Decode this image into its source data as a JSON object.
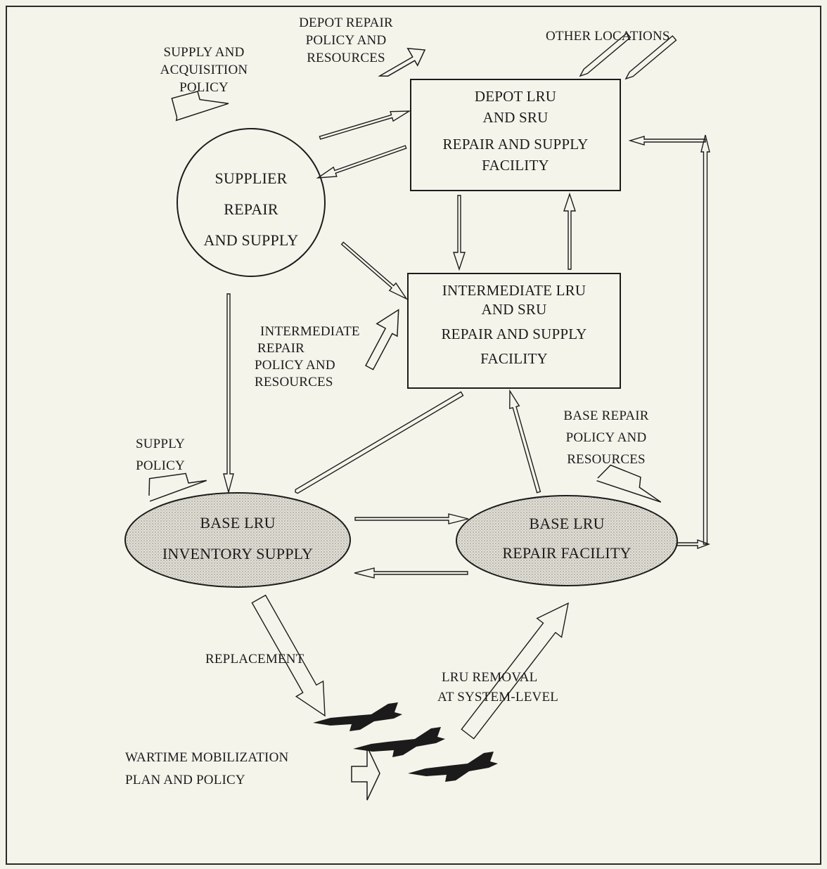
{
  "nodes": {
    "depot": {
      "line1": "DEPOT LRU",
      "line2": "AND SRU",
      "line3": "REPAIR AND SUPPLY",
      "line4": "FACILITY"
    },
    "supplier": {
      "line1": "SUPPLIER",
      "line2": "REPAIR",
      "line3": "AND SUPPLY"
    },
    "intermediate": {
      "line1": "INTERMEDIATE LRU",
      "line2": "AND SRU",
      "line3": "REPAIR AND SUPPLY",
      "line4": "FACILITY"
    },
    "base_inventory": {
      "line1": "BASE LRU",
      "line2": "INVENTORY SUPPLY"
    },
    "base_repair": {
      "line1": "BASE LRU",
      "line2": "REPAIR FACILITY"
    }
  },
  "inputs": {
    "depot_policy": {
      "line1": "DEPOT REPAIR",
      "line2": "POLICY AND",
      "line3": "RESOURCES"
    },
    "other_locations": "OTHER LOCATIONS",
    "supply_acquisition": {
      "line1": "SUPPLY AND",
      "line2": "ACQUISITION",
      "line3": "POLICY"
    },
    "intermediate_policy": {
      "line1": "INTERMEDIATE",
      "line2": "REPAIR",
      "line3": "POLICY AND",
      "line4": "RESOURCES"
    },
    "supply_policy": {
      "line1": "SUPPLY",
      "line2": "POLICY"
    },
    "base_repair_policy": {
      "line1": "BASE REPAIR",
      "line2": "POLICY AND",
      "line3": "RESOURCES"
    },
    "wartime": {
      "line1": "WARTIME MOBILIZATION",
      "line2": "PLAN AND  POLICY"
    }
  },
  "flows": {
    "replacement": "REPLACEMENT",
    "lru_removal": {
      "line1": "LRU REMOVAL",
      "line2": "AT SYSTEM-LEVEL"
    }
  },
  "icons": {
    "aircraft": "fighter-jet-icon"
  },
  "colors": {
    "background": "#f5f4eb",
    "ink": "#1c1c1c",
    "ellipse_fill": "#cfcdc4"
  }
}
